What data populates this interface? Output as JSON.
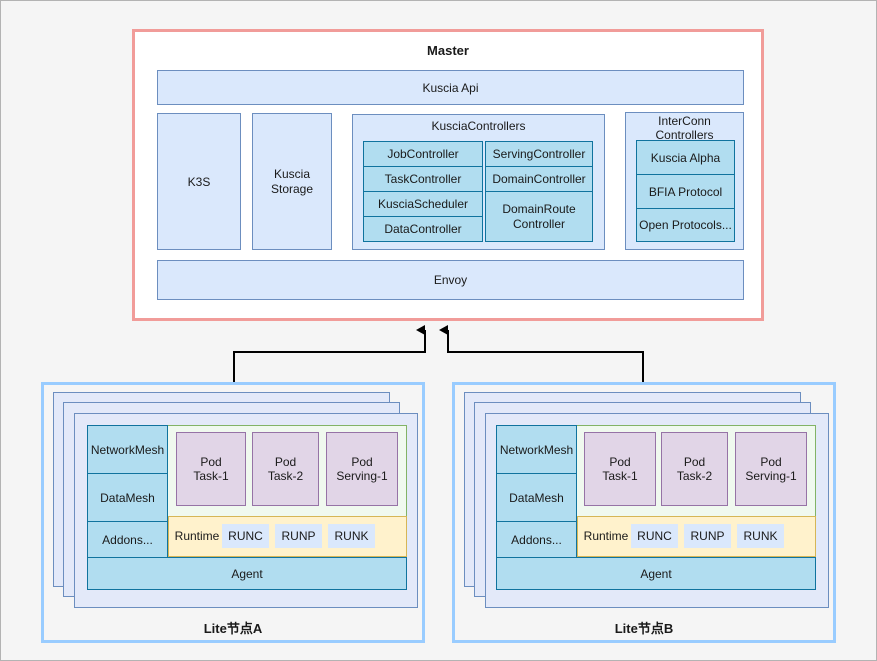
{
  "master": {
    "title": "Master",
    "kuscia_api": "Kuscia Api",
    "k3s": "K3S",
    "kuscia_storage": "Kuscia Storage",
    "kuscia_controllers": {
      "title": "KusciaControllers",
      "left": [
        "JobController",
        "TaskController",
        "KusciaScheduler",
        "DataController"
      ],
      "right": [
        "ServingController",
        "DomainController",
        "DomainRoute Controller"
      ]
    },
    "interconn": {
      "title": "InterConn Controllers",
      "items": [
        "Kuscia Alpha",
        "BFIA Protocol",
        "Open Protocols..."
      ]
    },
    "envoy": "Envoy"
  },
  "lite_nodes": [
    {
      "title": "Lite节点A",
      "side": [
        "NetworkMesh",
        "DataMesh",
        "Addons..."
      ],
      "pods": [
        {
          "line1": "Pod",
          "line2": "Task-1"
        },
        {
          "line1": "Pod",
          "line2": "Task-2"
        },
        {
          "line1": "Pod",
          "line2": "Serving-1"
        }
      ],
      "runtime_label": "Runtime",
      "runtimes": [
        "RUNC",
        "RUNP",
        "RUNK"
      ],
      "agent": "Agent"
    },
    {
      "title": "Lite节点B",
      "side": [
        "NetworkMesh",
        "DataMesh",
        "Addons..."
      ],
      "pods": [
        {
          "line1": "Pod",
          "line2": "Task-1"
        },
        {
          "line1": "Pod",
          "line2": "Task-2"
        },
        {
          "line1": "Pod",
          "line2": "Serving-1"
        }
      ],
      "runtime_label": "Runtime",
      "runtimes": [
        "RUNC",
        "RUNP",
        "RUNK"
      ],
      "agent": "Agent"
    }
  ],
  "colors": {
    "master_border": "#f19c99",
    "lite_border": "#99ccff",
    "box_blue": "#dae8fc",
    "box_cyan": "#b1ddf0",
    "pod_purple": "#e1d5e7",
    "runtime_yellow": "#fff2cc"
  }
}
